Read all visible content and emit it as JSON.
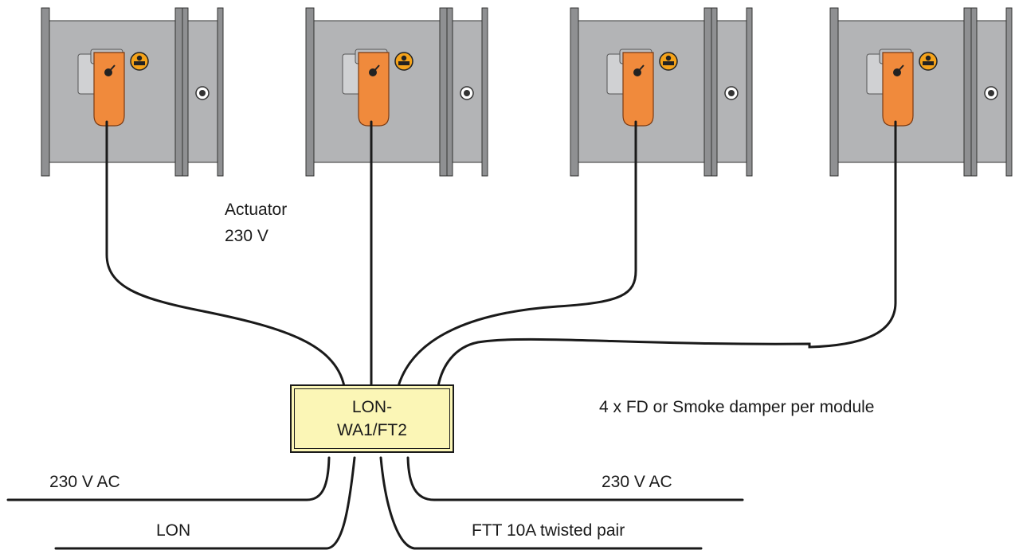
{
  "labels": {
    "actuator_line1": "Actuator",
    "actuator_line2": "230 V",
    "module_line1": "LON-",
    "module_line2": "WA1/FT2",
    "damper_note": "4 x FD or Smoke damper per module",
    "supply_left": "230 V AC",
    "supply_right": "230 V AC",
    "bus_left": "LON",
    "bus_right": "FTT 10A  twisted  pair"
  },
  "dampers": [
    {
      "id": "damper-1"
    },
    {
      "id": "damper-2"
    },
    {
      "id": "damper-3"
    },
    {
      "id": "damper-4"
    }
  ],
  "colors": {
    "damper_body": "#b3b4b6",
    "damper_frame": "#8f9092",
    "actuator_orange": "#f08a3c",
    "actuator_bracket": "#d0d1d3",
    "module_fill": "#fbf6b6",
    "line": "#1a1a1a",
    "badge": "#f5a31a"
  }
}
